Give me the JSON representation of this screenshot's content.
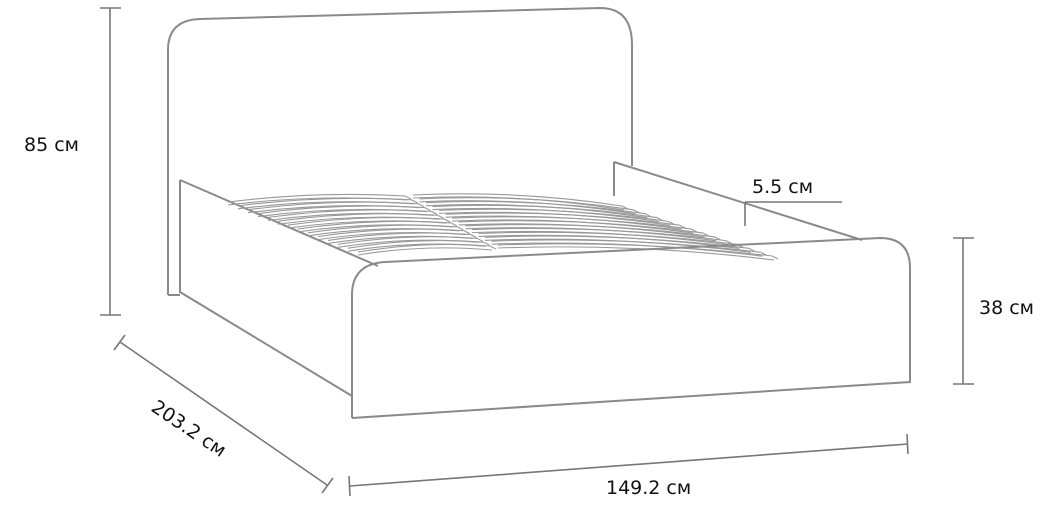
{
  "diagram": {
    "subject": "bed",
    "dimensions": {
      "height": "85 см",
      "slat_height": "5.5 см",
      "footboard_height": "38 см",
      "length": "203.2 см",
      "width": "149.2 см"
    },
    "colors": {
      "line": "#8a8a8a",
      "text": "#111111"
    },
    "slats_per_row": 14
  }
}
